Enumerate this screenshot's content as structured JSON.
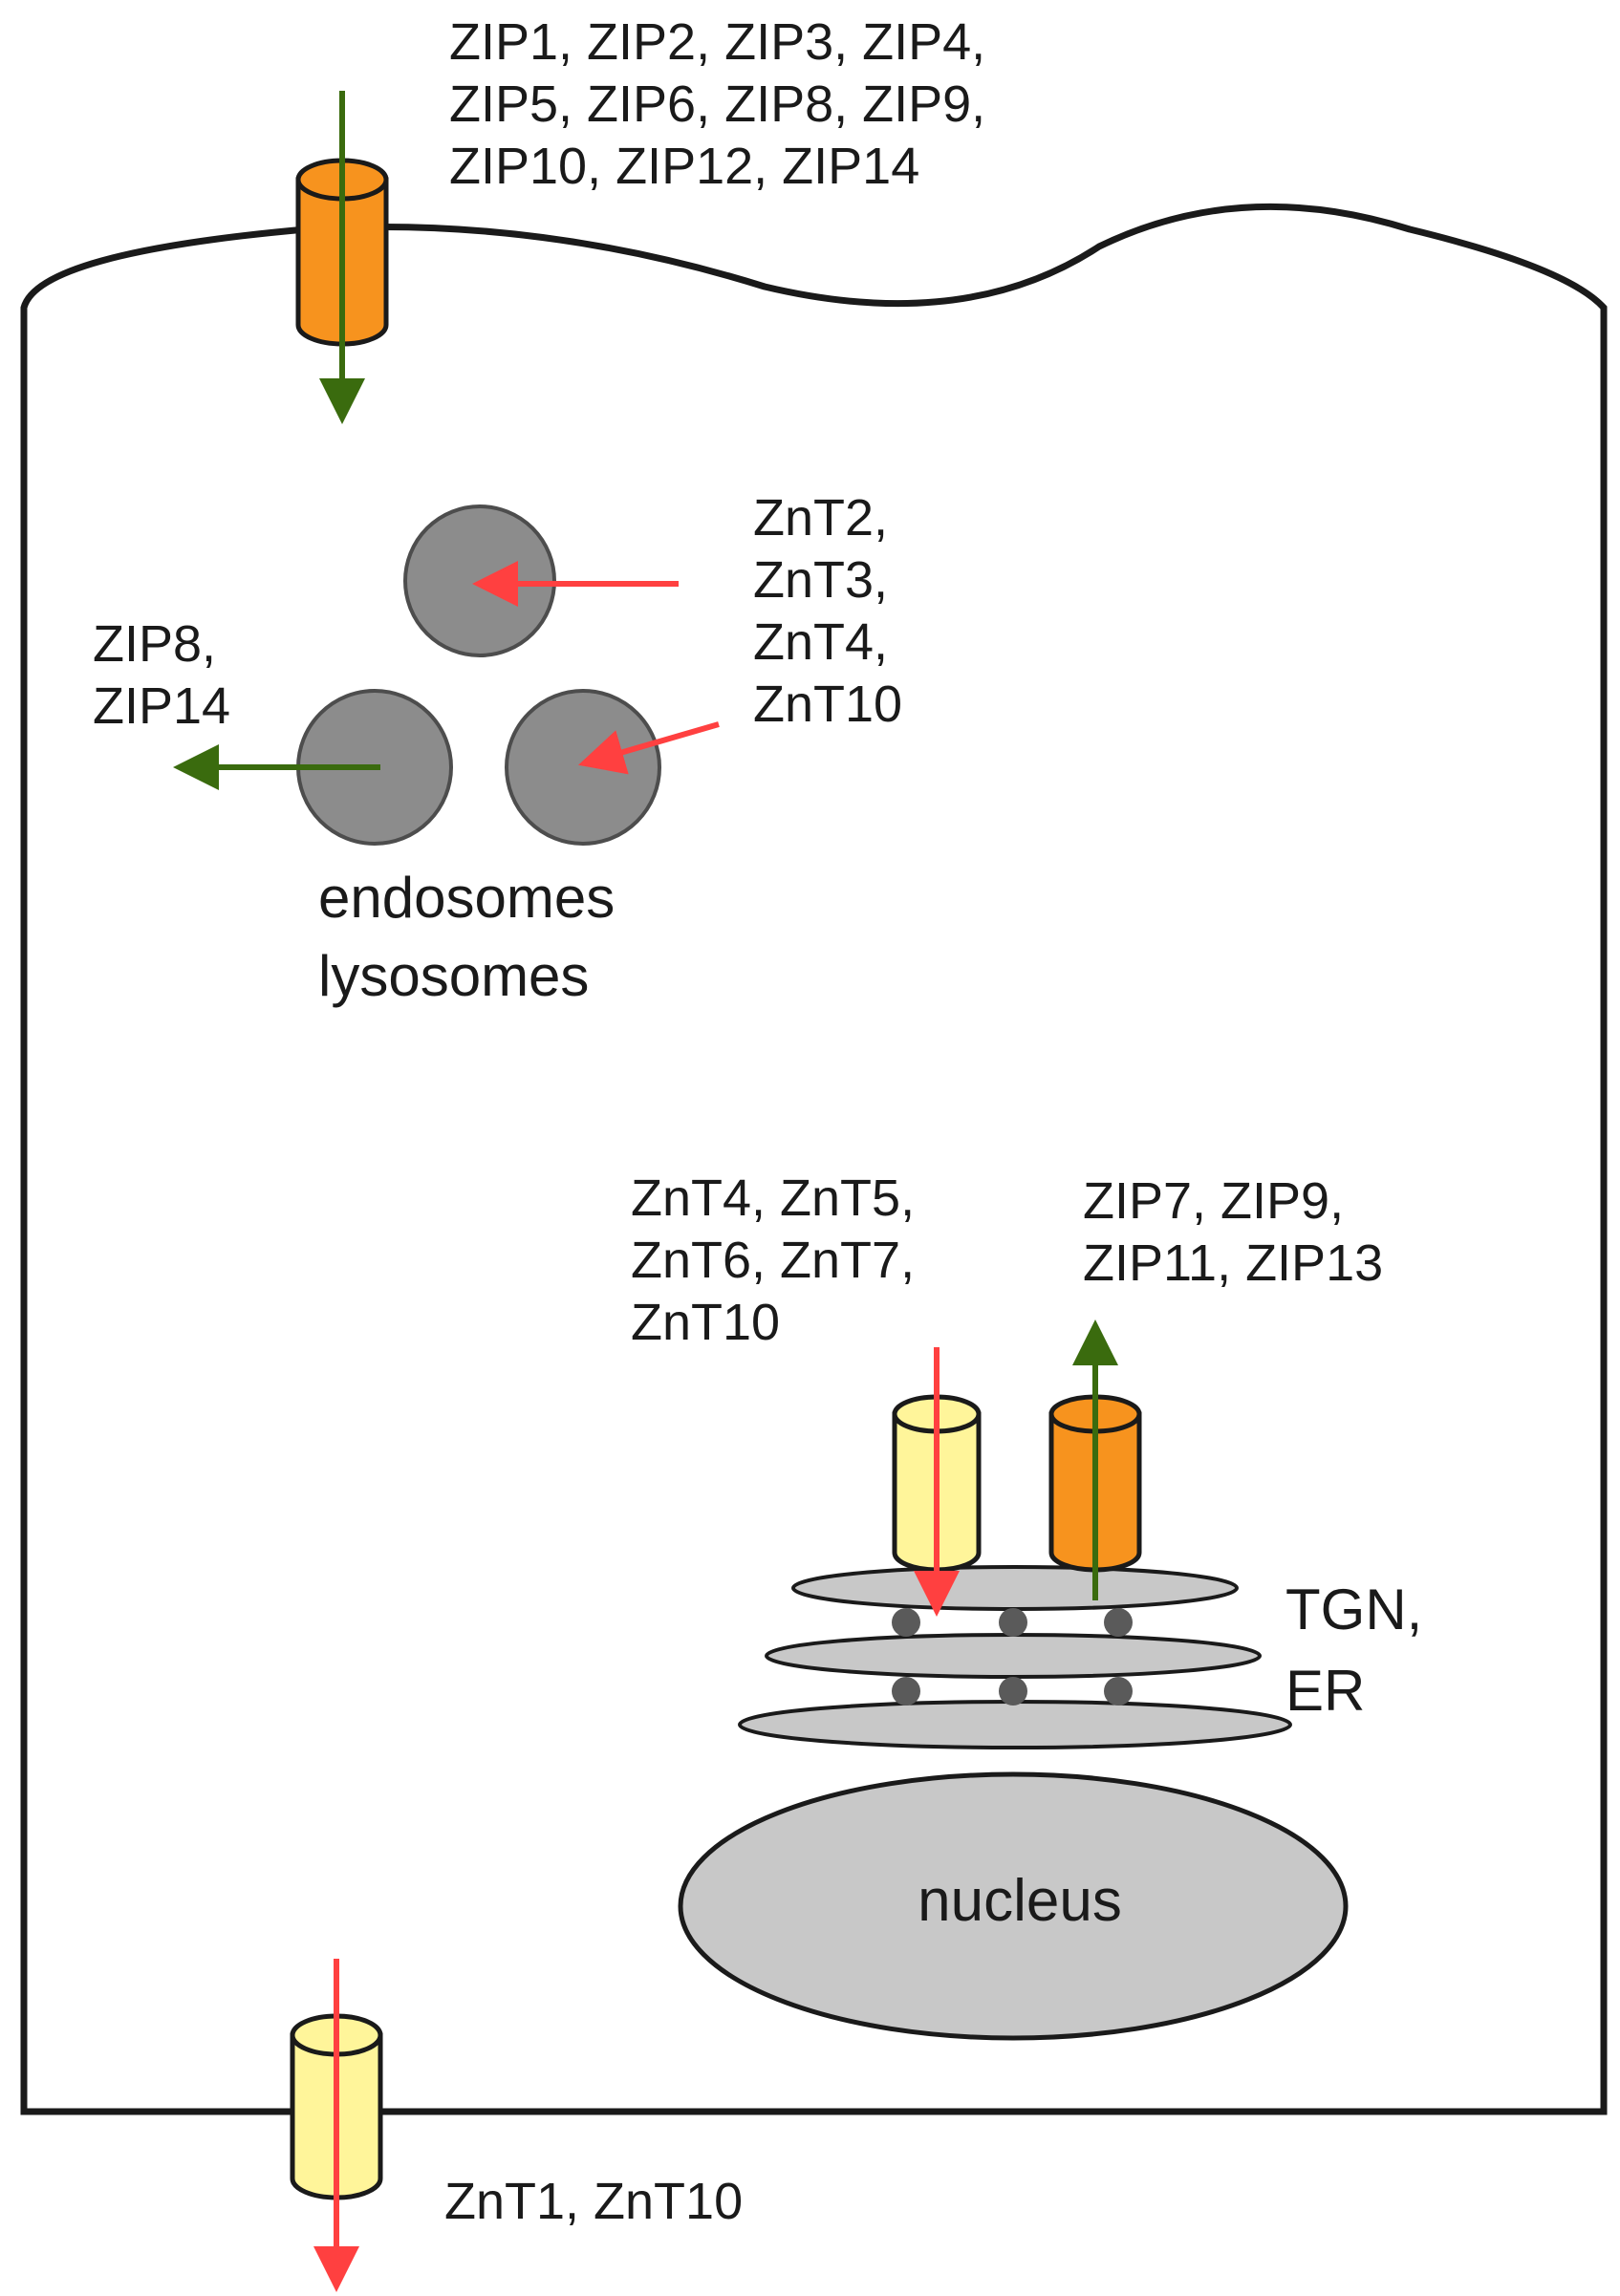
{
  "labels": {
    "plasma_zip": [
      "ZIP1, ZIP2, ZIP3, ZIP4,",
      "ZIP5, ZIP6, ZIP8, ZIP9,",
      "ZIP10, ZIP12, ZIP14"
    ],
    "vesicle_znt": [
      "ZnT2,",
      "ZnT3,",
      "ZnT4,",
      "ZnT10"
    ],
    "vesicle_zip": [
      "ZIP8,",
      "ZIP14"
    ],
    "organelle_name": [
      "endosomes",
      "lysosomes"
    ],
    "golgi_znt": [
      "ZnT4, ZnT5,",
      "ZnT6, ZnT7,",
      "ZnT10"
    ],
    "golgi_zip": [
      "ZIP7, ZIP9,",
      "ZIP11, ZIP13"
    ],
    "tgn_er": [
      "TGN,",
      "ER"
    ],
    "nucleus": "nucleus",
    "plasma_znt": "ZnT1, ZnT10"
  },
  "colors": {
    "zip_transporter": "#f7931e",
    "znt_transporter": "#fff59a",
    "influx_arrow": "#3a6b0e",
    "efflux_arrow": "#ff4040",
    "organelle_fill": "#bfbfbf",
    "vesicle_fill": "#8c8c8c",
    "outline": "#1a1a1a"
  }
}
